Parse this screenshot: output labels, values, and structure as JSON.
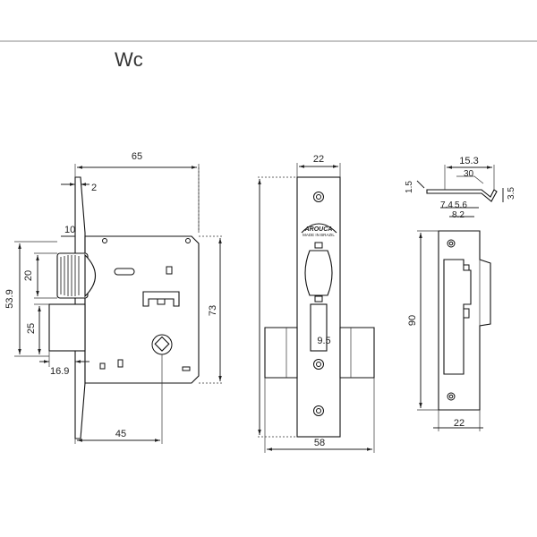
{
  "title": "Wc",
  "lock_body": {
    "dims": {
      "overall_width": "65",
      "faceplate_thickness": "2",
      "offset": "10",
      "hub_height": "20",
      "hub_to_bolt": "53.9",
      "bolt_height": "25",
      "bolt_projection": "16.9",
      "body_height": "73",
      "backset": "45"
    }
  },
  "faceplate": {
    "brand": "AROUCA",
    "made_in": "MADE IN BRAZIL",
    "dims": {
      "width": "22",
      "bolt_width": "9.5",
      "total_width": "58"
    }
  },
  "strike_plate": {
    "dims": {
      "top_width": "15.3",
      "lip_1": "1.5",
      "offset": "3.5",
      "angle": "30",
      "d1": "7.4",
      "d2": "5.6",
      "d3": "8.2",
      "height": "90",
      "width": "22"
    }
  }
}
